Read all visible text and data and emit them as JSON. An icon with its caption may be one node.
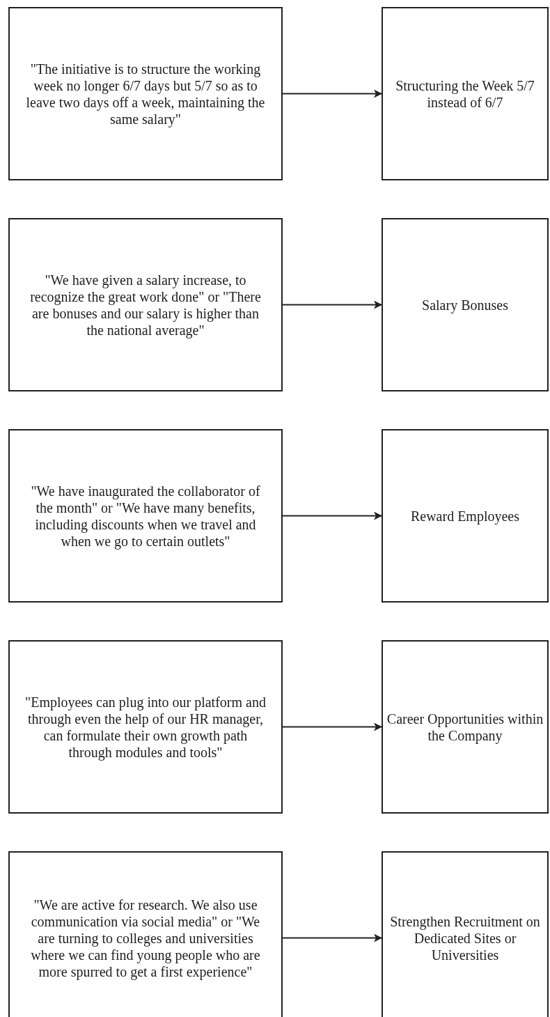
{
  "diagram": {
    "nodes": [
      {
        "text": [
          "\"The initiative is to structure the working week no longer 6/7 days but 5/7 so as to leave two days off a week, maintaining the same salary\""
        ]
      },
      {
        "text": [
          "Structuring the Week 5/7 instead of 6/7"
        ]
      },
      {
        "text": [
          "\"We have given a salary increase, to recognize the great work done\" or \"There are bonuses and our salary is higher than the national average\""
        ]
      },
      {
        "text": [
          "Salary Bonuses"
        ]
      },
      {
        "text": [
          "\"We have inaugurated the collaborator of the month\" or \"We have many benefits, including discounts when we travel and when we go to certain outlets\""
        ]
      },
      {
        "text": [
          "Reward Employees"
        ]
      },
      {
        "text": [
          "\"Employees can plug into our platform and through even the help of our HR manager, can formulate their own growth path through modules and tools\""
        ]
      },
      {
        "text": [
          "Career Opportunities within the Company"
        ]
      },
      {
        "text": [
          "\"We are active for research. We also use communication via social media\" or \"We are turning to colleges and universities where we can find young people who are more spurred to get a first experience\""
        ]
      },
      {
        "text": [
          "Strengthen Recruitment on Dedicated Sites or Universities"
        ]
      }
    ],
    "edges": [
      {
        "from": 0,
        "to": 1,
        "arrow": "to"
      },
      {
        "from": 2,
        "to": 3,
        "arrow": "to"
      },
      {
        "from": 4,
        "to": 5,
        "arrow": "to"
      },
      {
        "from": 6,
        "to": 7,
        "arrow": "to"
      },
      {
        "from": 8,
        "to": 9,
        "arrow": "to"
      }
    ]
  }
}
